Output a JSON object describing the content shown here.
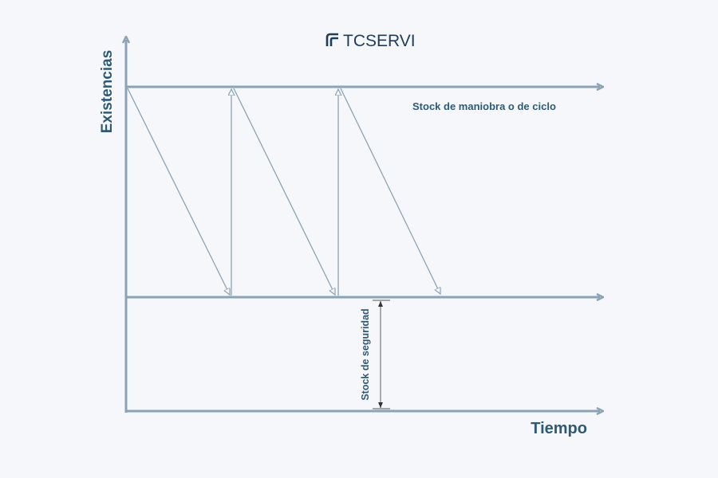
{
  "logo": {
    "text": "TCSERVI"
  },
  "axes": {
    "y_label": "Existencias",
    "x_label": "Tiempo"
  },
  "annotations": {
    "cycle_stock": "Stock de maniobra o de ciclo",
    "safety_stock": "Stock de seguridad"
  },
  "colors": {
    "axis": "#8ba3b5",
    "text": "#2f5a76",
    "background": "#f5f7fb"
  }
}
